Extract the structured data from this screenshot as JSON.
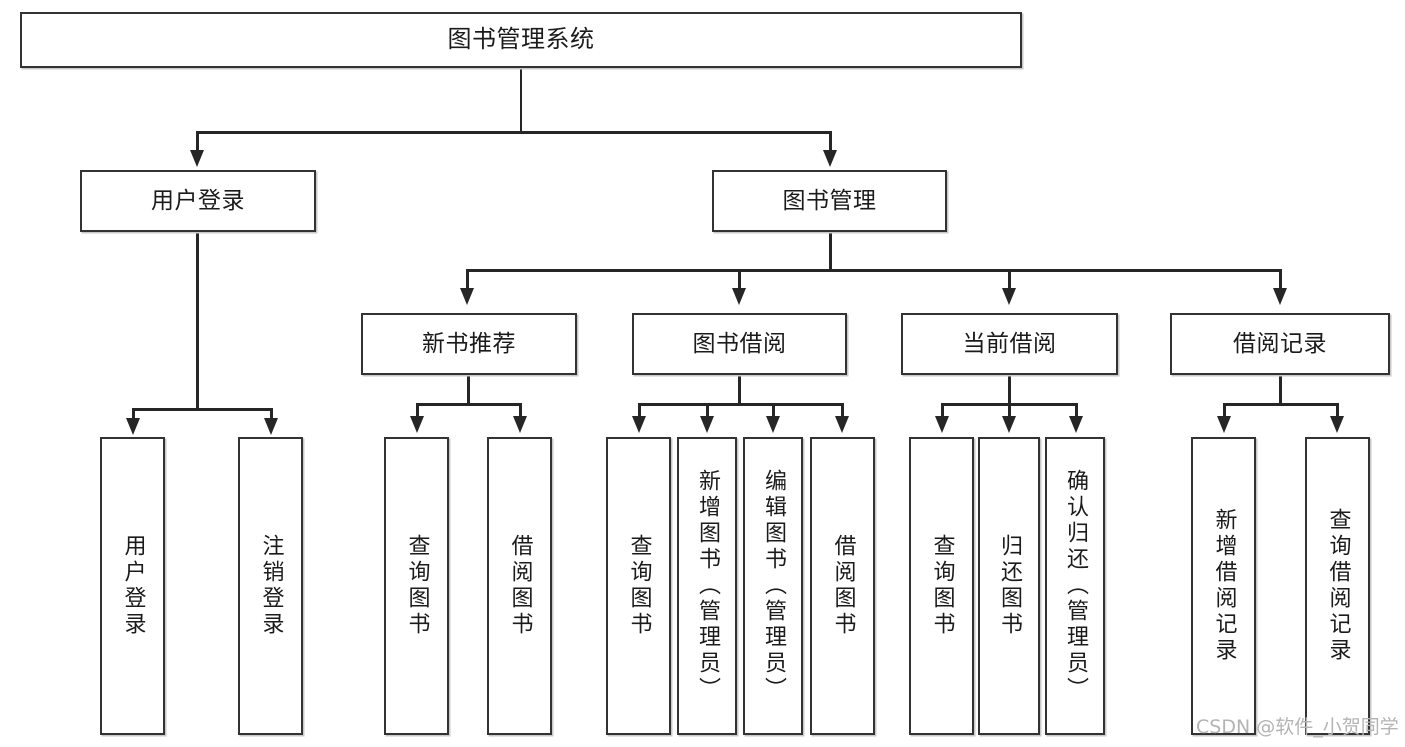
{
  "diagram": {
    "title": "图书管理系统",
    "type": "tree-hierarchy-chart",
    "root": {
      "label": "图书管理系统"
    },
    "level2": [
      {
        "label": "用户登录"
      },
      {
        "label": "图书管理"
      }
    ],
    "level3": [
      {
        "label": "新书推荐"
      },
      {
        "label": "图书借阅"
      },
      {
        "label": "当前借阅"
      },
      {
        "label": "借阅记录"
      }
    ],
    "leaves": {
      "user_login": [
        {
          "label": "用户登录"
        },
        {
          "label": "注销登录"
        }
      ],
      "new_book_recommend": [
        {
          "label": "查询图书"
        },
        {
          "label": "借阅图书"
        }
      ],
      "book_borrow": [
        {
          "label": "查询图书"
        },
        {
          "label": "新增图书（管理员）"
        },
        {
          "label": "编辑图书（管理员）"
        },
        {
          "label": "借阅图书"
        }
      ],
      "current_borrow": [
        {
          "label": "查询图书"
        },
        {
          "label": "归还图书"
        },
        {
          "label": "确认归还（管理员）"
        }
      ],
      "borrow_record": [
        {
          "label": "新增借阅记录"
        },
        {
          "label": "查询借阅记录"
        }
      ]
    }
  },
  "watermark": {
    "text": "CSDN @软件_小贺同学"
  },
  "colors": {
    "box_border": "#333333",
    "connector": "#262626",
    "background": "#ffffff",
    "watermark": "#b4b4b4"
  }
}
